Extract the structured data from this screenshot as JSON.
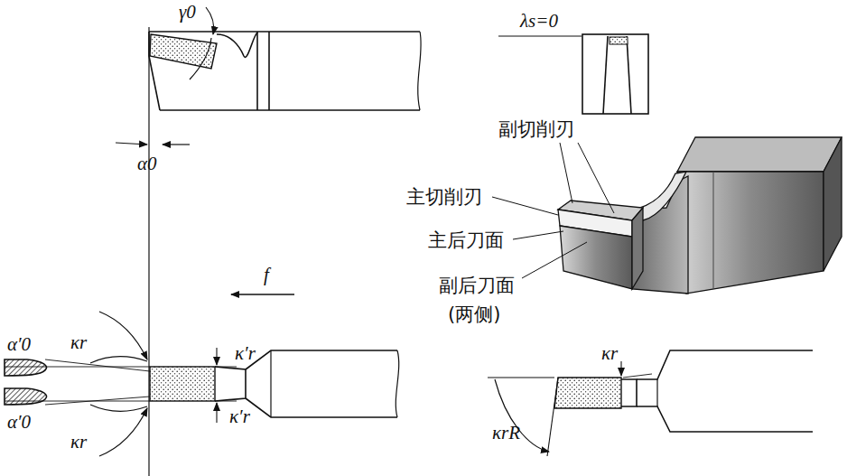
{
  "diagram": {
    "labels": [
      "γ0",
      "α0",
      "λs=0",
      "副切削刃",
      "主切削刃",
      "主后刀面",
      "副后刀面",
      "(两侧)",
      "f",
      "α′0",
      "α′0",
      "κr",
      "κr",
      "κ′r",
      "κ′r",
      "κr",
      "κrR"
    ]
  }
}
